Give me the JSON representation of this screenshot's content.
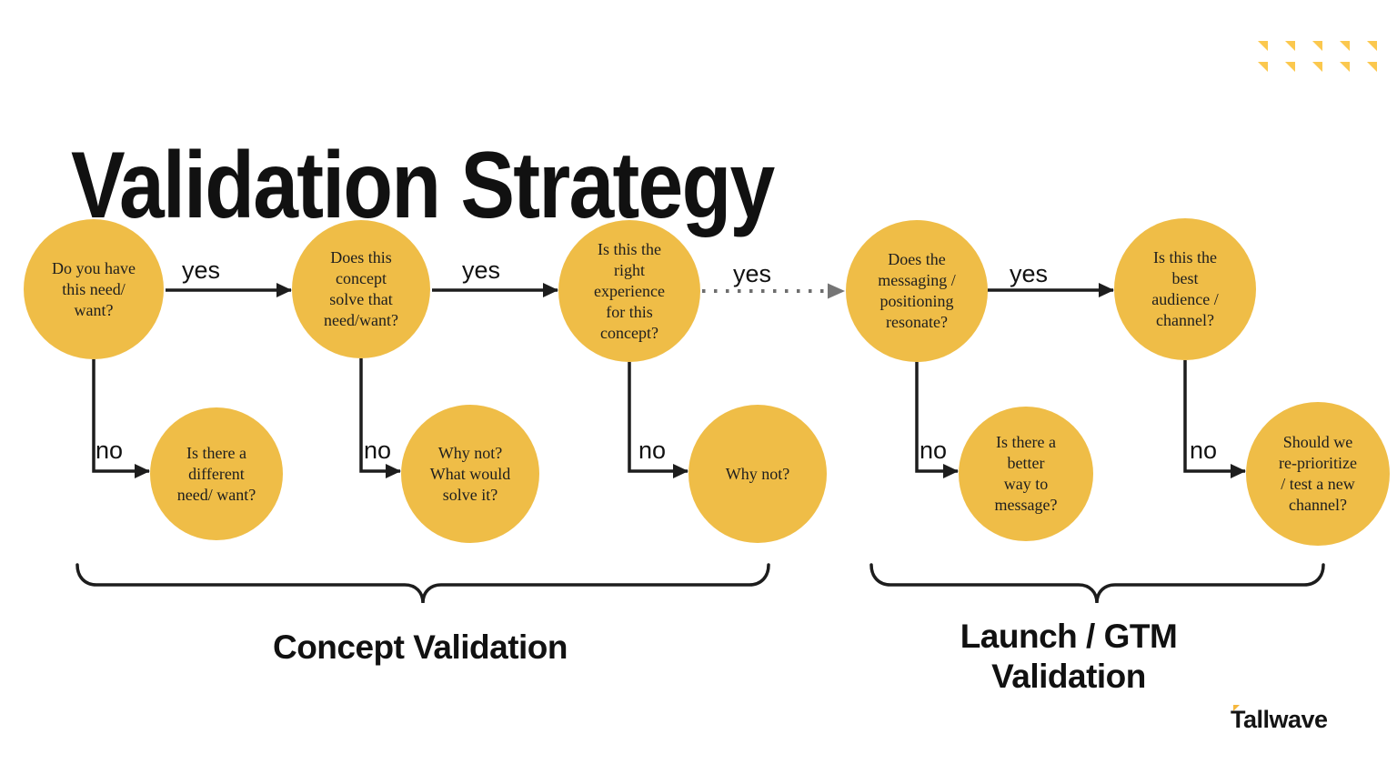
{
  "title": "Validation Strategy",
  "flow": {
    "yes_label": "yes",
    "no_label": "no",
    "top_row": [
      {
        "text": "Do you have\nthis need/\nwant?"
      },
      {
        "text": "Does this\nconcept\nsolve that\nneed/want?"
      },
      {
        "text": "Is this the\nright\nexperience\nfor this\nconcept?"
      },
      {
        "text": "Does the\nmessaging /\npositioning\nresonate?"
      },
      {
        "text": "Is this the\nbest\naudience /\nchannel?"
      }
    ],
    "bottom_row": [
      {
        "text": "Is there a\ndifferent\nneed/ want?"
      },
      {
        "text": "Why not?\nWhat would\nsolve it?"
      },
      {
        "text": "Why not?"
      },
      {
        "text": "Is there a\nbetter\nway to\nmessage?"
      },
      {
        "text": "Should we\nre-prioritize\n/ test a new\nchannel?"
      }
    ]
  },
  "sections": [
    {
      "label": "Concept Validation"
    },
    {
      "label": "Launch / GTM\nValidation"
    }
  ],
  "logo_text": "Tallwave",
  "colors": {
    "node_fill": "#EFBD47",
    "node_text": "#1E1E1E",
    "arrow": "#1D1D1D",
    "dotted_arrow": "#6E6E6E",
    "accent_triangle": "#FBC84E"
  }
}
